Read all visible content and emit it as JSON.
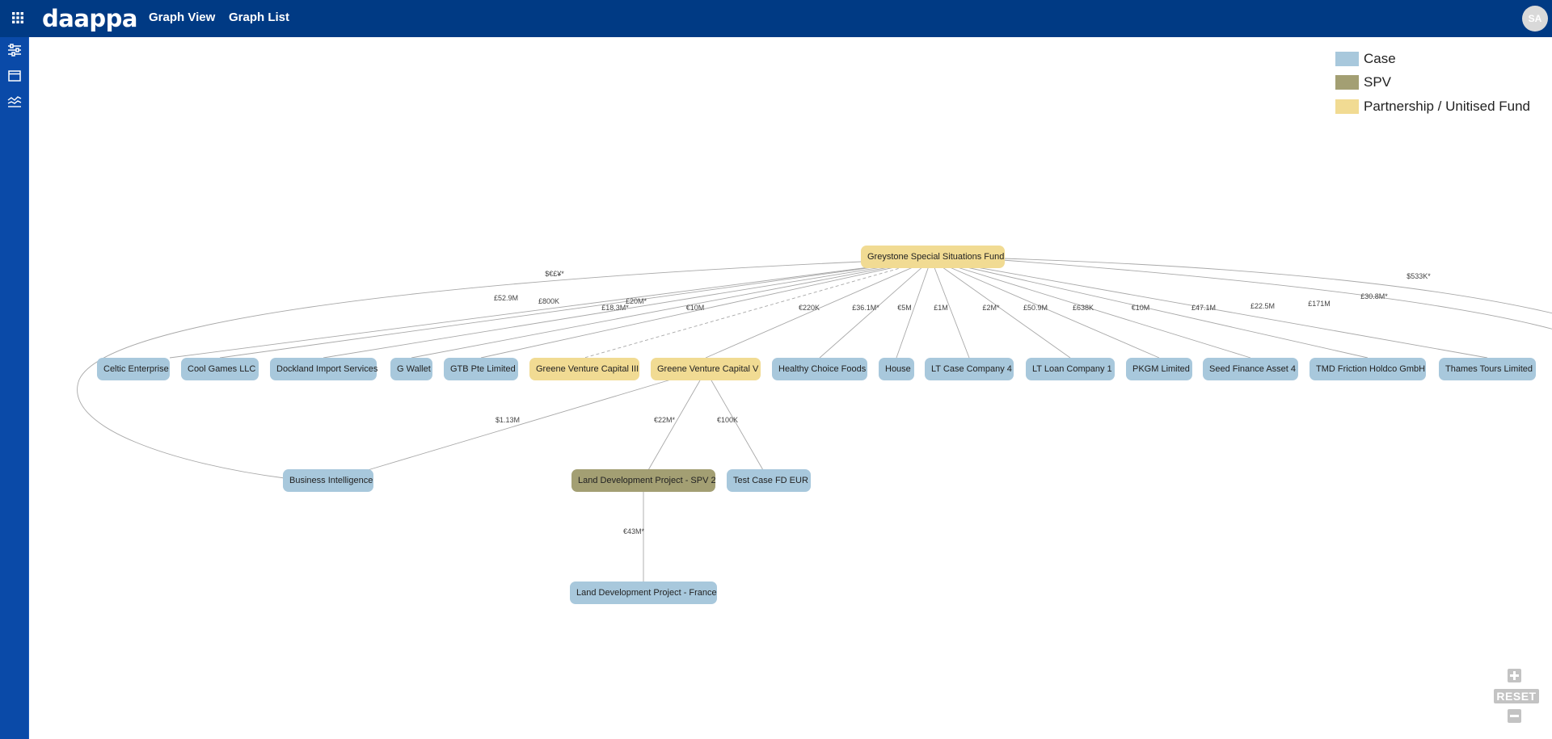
{
  "header": {
    "logo": "daappa",
    "nav": [
      "Graph View",
      "Graph List"
    ],
    "avatar_initials": "SA"
  },
  "sidebar": {
    "icons": [
      "sliders-icon",
      "window-icon",
      "chart-icon"
    ]
  },
  "legend": [
    {
      "label": "Case",
      "color": "#a8c8dc"
    },
    {
      "label": "SPV",
      "color": "#a39f73"
    },
    {
      "label": "Partnership / Unitised Fund",
      "color": "#f1db93"
    }
  ],
  "nodes": [
    {
      "id": "greystone",
      "label": "Greystone Special Situations Fund",
      "type": "fund"
    },
    {
      "id": "celtic",
      "label": "Celtic Enterprise",
      "type": "case"
    },
    {
      "id": "coolgames",
      "label": "Cool Games LLC",
      "type": "case"
    },
    {
      "id": "dockland",
      "label": "Dockland Import Services",
      "type": "case"
    },
    {
      "id": "gwallet",
      "label": "G Wallet",
      "type": "case"
    },
    {
      "id": "gtb",
      "label": "GTB Pte Limited",
      "type": "case"
    },
    {
      "id": "gvc3",
      "label": "Greene Venture Capital III",
      "type": "fund"
    },
    {
      "id": "gvc5",
      "label": "Greene Venture Capital V",
      "type": "fund"
    },
    {
      "id": "healthy",
      "label": "Healthy Choice Foods",
      "type": "case"
    },
    {
      "id": "house",
      "label": "House",
      "type": "case"
    },
    {
      "id": "ltc4",
      "label": "LT Case Company 4",
      "type": "case"
    },
    {
      "id": "ltl1",
      "label": "LT Loan Company 1",
      "type": "case"
    },
    {
      "id": "pkgm",
      "label": "PKGM Limited",
      "type": "case"
    },
    {
      "id": "seed",
      "label": "Seed Finance Asset 4",
      "type": "case"
    },
    {
      "id": "tmd",
      "label": "TMD Friction Holdco GmbH",
      "type": "case"
    },
    {
      "id": "thames",
      "label": "Thames Tours Limited",
      "type": "case"
    },
    {
      "id": "bi",
      "label": "Business Intelligence",
      "type": "case"
    },
    {
      "id": "ldspv2",
      "label": "Land Development Project - SPV 2",
      "type": "spv"
    },
    {
      "id": "testcase",
      "label": "Test Case FD EUR",
      "type": "case"
    },
    {
      "id": "ldfrance",
      "label": "Land Development Project - France",
      "type": "case"
    }
  ],
  "edge_labels": [
    "$€£¥*",
    "£52.9M",
    "£800K",
    "£20M*",
    "£18.3M*",
    "€10M",
    "€220K",
    "£36.1M*",
    "€5M",
    "£1M",
    "£2M*",
    "£50.9M",
    "£638K",
    "€10M",
    "£47.1M",
    "£22.5M",
    "£171M",
    "£30.8M*",
    "$533K*",
    "$1.13M",
    "€22M*",
    "€100K",
    "€43M*"
  ],
  "zoom": {
    "reset_label": "RESET"
  }
}
